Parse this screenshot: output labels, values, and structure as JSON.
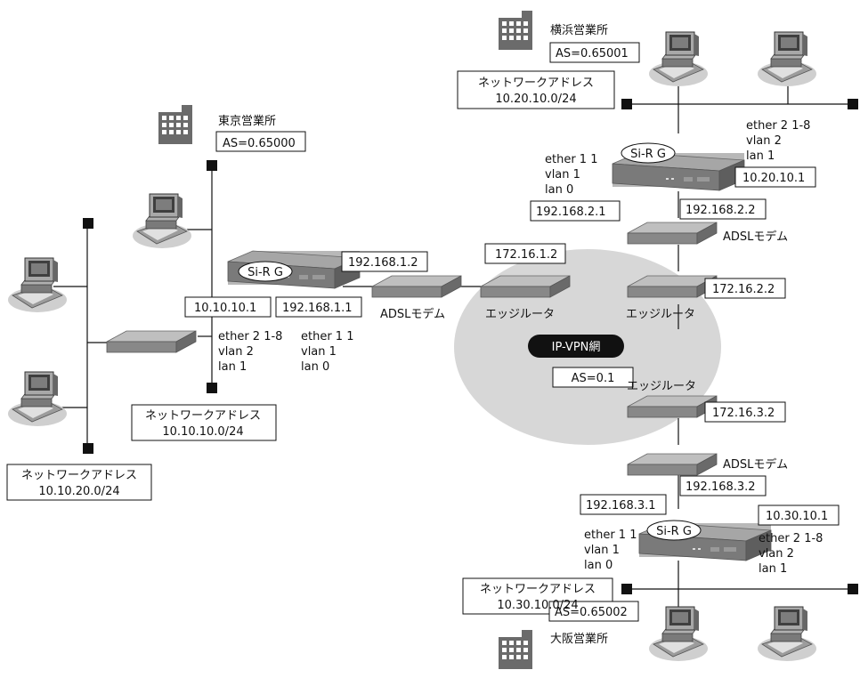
{
  "colors": {
    "line": "#111111",
    "cloud": "#d7d7d7",
    "device_top": "#bdbdbd",
    "device_side": "#777777",
    "building": "#6b6b6b",
    "pill": "#111111"
  },
  "icons": [
    "building-icon",
    "pc-icon",
    "router-icon",
    "switch-icon",
    "modem-icon"
  ],
  "network": {
    "label": "IP-VPN網",
    "as": "AS=0.1"
  },
  "devices": {
    "router_badge": "Si-R G",
    "adsl_modem": "ADSLモデム",
    "edge_router": "エッジルータ"
  },
  "tokyo": {
    "office": "東京営業所",
    "as": "AS=0.65000",
    "lan_ip": "10.10.10.1",
    "wan_ip": "192.168.1.1",
    "modem_ip": "192.168.1.2",
    "edge_ip": "172.16.1.2",
    "ether2": [
      "ether 2 1-8",
      "vlan 2",
      "lan 1"
    ],
    "ether1": [
      "ether 1 1",
      "vlan 1",
      "lan 0"
    ],
    "net1_title": "ネットワークアドレス",
    "net1_addr": "10.10.10.0/24",
    "net2_title": "ネットワークアドレス",
    "net2_addr": "10.10.20.0/24"
  },
  "yokohama": {
    "office": "横浜営業所",
    "as": "AS=0.65001",
    "net_title": "ネットワークアドレス",
    "net_addr": "10.20.10.0/24",
    "lan_ip": "10.20.10.1",
    "wan_ip": "192.168.2.1",
    "modem_ip": "192.168.2.2",
    "edge_ip": "172.16.2.2",
    "ether2": [
      "ether 2 1-8",
      "vlan 2",
      "lan 1"
    ],
    "ether1": [
      "ether 1 1",
      "vlan 1",
      "lan 0"
    ]
  },
  "osaka": {
    "office": "大阪営業所",
    "as": "AS=0.65002",
    "net_title": "ネットワークアドレス",
    "net_addr": "10.30.10.0/24",
    "lan_ip": "10.30.10.1",
    "wan_ip": "192.168.3.1",
    "modem_ip": "192.168.3.2",
    "edge_ip": "172.16.3.2",
    "ether2": [
      "ether 2 1-8",
      "vlan 2",
      "lan 1"
    ],
    "ether1": [
      "ether 1 1",
      "vlan 1",
      "lan 0"
    ]
  }
}
